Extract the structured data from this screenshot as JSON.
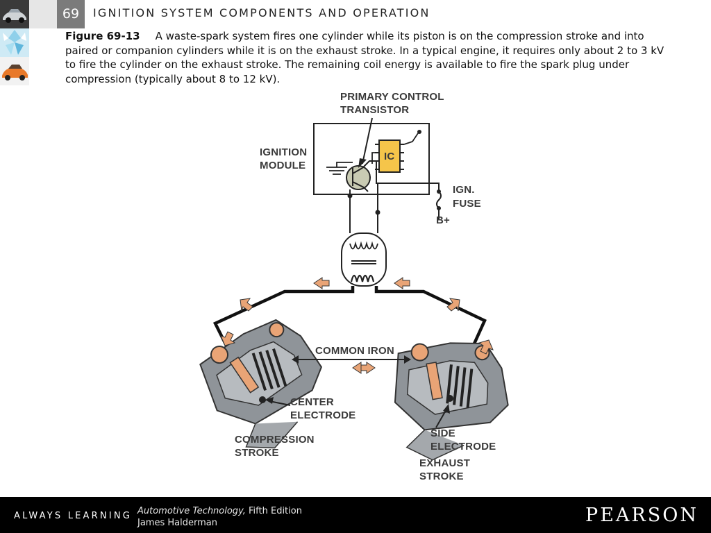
{
  "header": {
    "chapter_number": "69",
    "chapter_title": "IGNITION SYSTEM COMPONENTS AND OPERATION"
  },
  "caption": {
    "figure_label": "Figure 69-13",
    "text": "A waste-spark system fires one cylinder while its piston is on the compression stroke and into paired or companion cylinders while it is on the exhaust stroke. In a typical engine, it requires only about 2 to 3 kV to fire the cylinder on the exhaust stroke. The remaining coil energy is available to fire the spark plug under compression (typically about 8 to 12 kV)."
  },
  "diagram": {
    "labels": {
      "primary_control_1": "PRIMARY CONTROL",
      "primary_control_2": "TRANSISTOR",
      "ignition_1": "IGNITION",
      "ignition_2": "MODULE",
      "ic": "IC",
      "ign_1": "IGN.",
      "ign_2": "FUSE",
      "b_plus": "B+",
      "common_iron": "COMMON IRON",
      "center_1": "CENTER",
      "center_2": "ELECTRODE",
      "compression_1": "COMPRESSION",
      "compression_2": "STROKE",
      "side_1": "SIDE",
      "side_2": "ELECTRODE",
      "exhaust_1": "EXHAUST",
      "exhaust_2": "STROKE"
    },
    "colors": {
      "arrow": "#e9a476",
      "ic_chip": "#f5c54a",
      "transistor": "#c9cbb3",
      "head_metal": "#8f9499",
      "wire": "#111111"
    }
  },
  "footer": {
    "tagline": "ALWAYS LEARNING",
    "book_title": "Automotive Technology,",
    "edition": " Fifth Edition",
    "author": "James Halderman",
    "publisher": "PEARSON"
  }
}
